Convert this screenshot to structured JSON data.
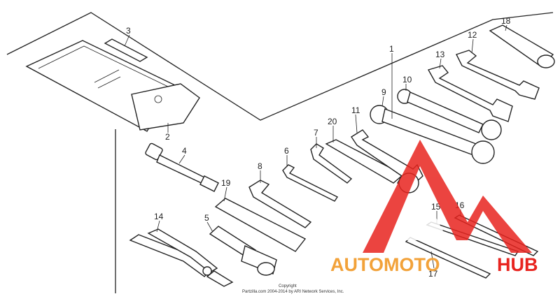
{
  "callouts": [
    "1",
    "2",
    "3",
    "4",
    "5",
    "6",
    "7",
    "8",
    "9",
    "10",
    "11",
    "12",
    "13",
    "14",
    "15",
    "16",
    "17",
    "18",
    "19",
    "20"
  ],
  "watermark": {
    "part1": "AUTOMOTO",
    "part2": "HUB",
    "color1": "#f2a23a",
    "color2": "#e8241f",
    "logo_color": "#e8241f"
  },
  "copyright": {
    "line1": "Copyright",
    "line2": "Partzilla.com 2004-2014 by ARI Network Services, Inc."
  }
}
